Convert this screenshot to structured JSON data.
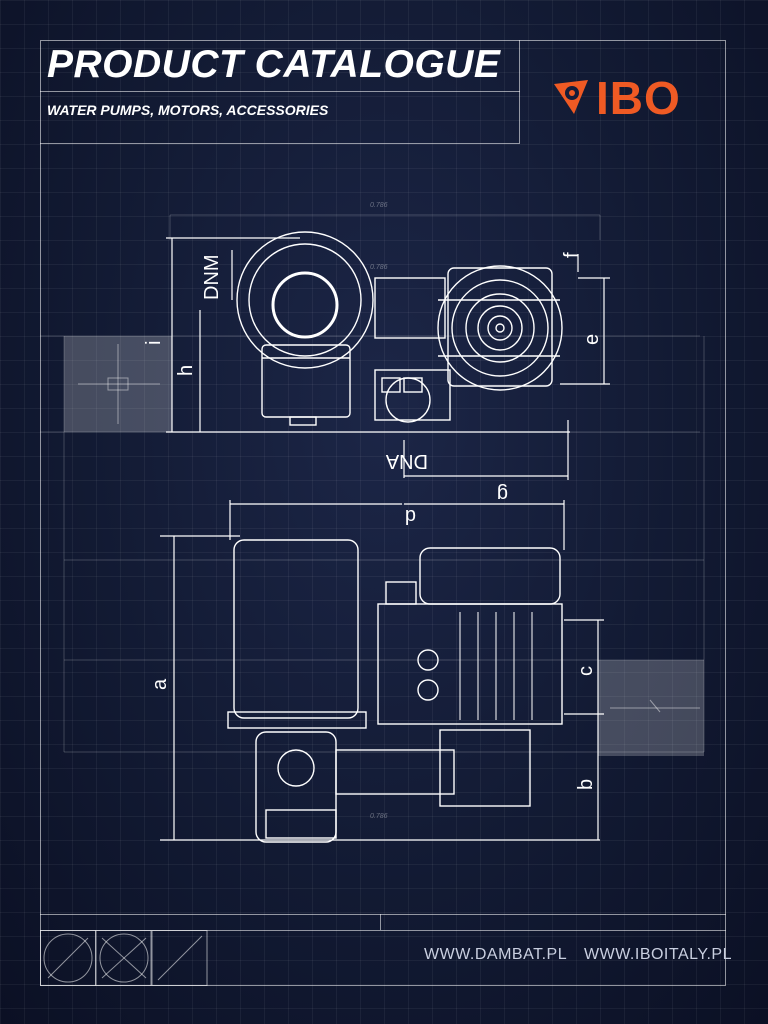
{
  "header": {
    "title": "PRODUCT CATALOGUE",
    "subtitle": "WATER PUMPS, MOTORS, ACCESSORIES"
  },
  "brand": {
    "name": "IBO",
    "color": "#ef5a24"
  },
  "dimensions": {
    "dnm": "DNM",
    "i": "i",
    "h": "h",
    "f": "f",
    "e": "e",
    "dna": "DNA",
    "g": "g",
    "d": "d",
    "a": "a",
    "c": "c",
    "b": "b"
  },
  "scale_note": "0.786",
  "footer": {
    "url_left": "WWW.DAMBAT.PL",
    "url_right": "WWW.IBOITALY.PL"
  }
}
